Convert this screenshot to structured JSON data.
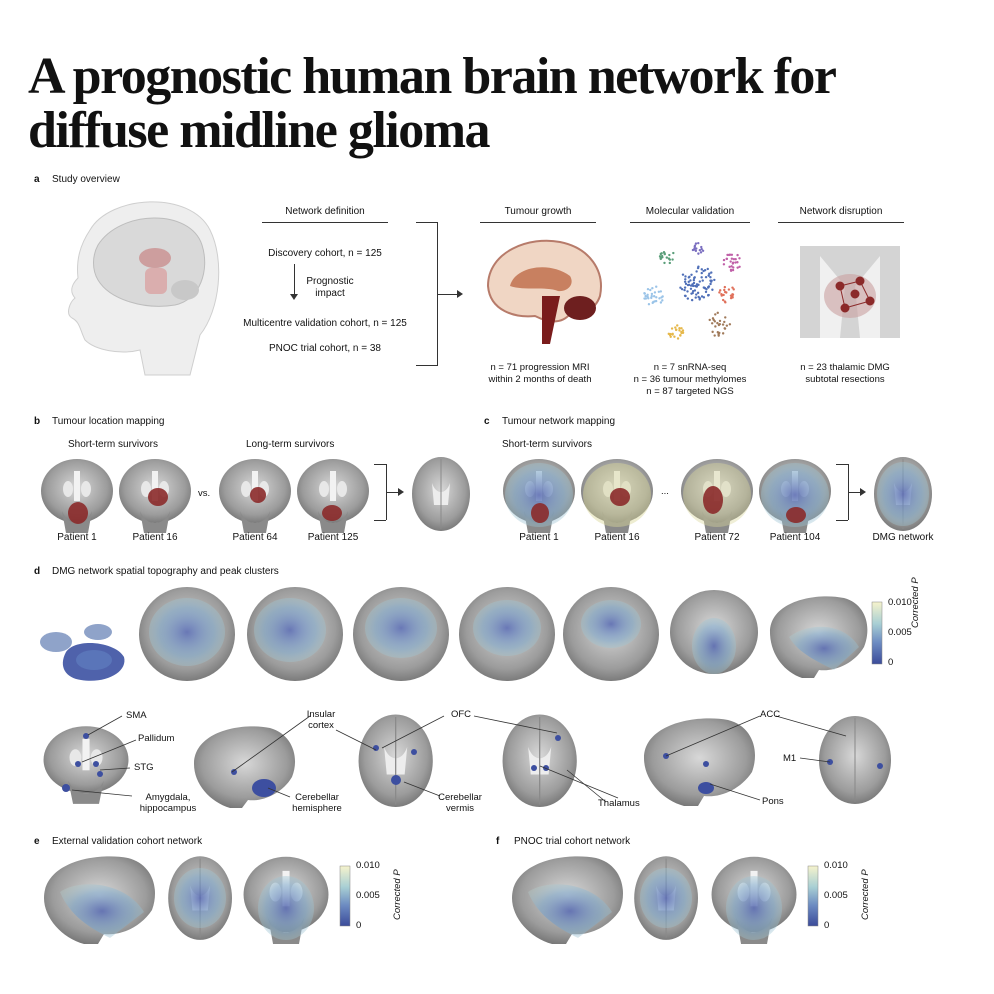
{
  "title": "A prognostic human brain network for diffuse midline glioma",
  "panel_a": {
    "label": "a",
    "title": "Study overview",
    "network_definition": "Network definition",
    "discovery": "Discovery cohort, n = 125",
    "prognostic_1": "Prognostic",
    "prognostic_2": "impact",
    "multicentre": "Multicentre validation cohort, n = 125",
    "pnoc": "PNOC trial cohort, n = 38",
    "tumour_growth": "Tumour growth",
    "molecular_validation": "Molecular validation",
    "network_disruption": "Network disruption",
    "growth_cap_1": "n = 71 progression MRI",
    "growth_cap_2": "within 2 months of death",
    "mol_cap_1": "n = 7 snRNA-seq",
    "mol_cap_2": "n = 36 tumour methylomes",
    "mol_cap_3": "n = 87 targeted NGS",
    "disr_cap_1": "n = 23 thalamic DMG",
    "disr_cap_2": "subtotal resections"
  },
  "panel_b": {
    "label": "b",
    "title": "Tumour location mapping",
    "short": "Short-term survivors",
    "long": "Long-term survivors",
    "vs": "vs.",
    "patients": [
      "Patient 1",
      "Patient 16",
      "Patient 64",
      "Patient 125"
    ]
  },
  "panel_c": {
    "label": "c",
    "title": "Tumour network mapping",
    "short": "Short-term survivors",
    "ellipsis": "...",
    "patients": [
      "Patient 1",
      "Patient 16",
      "Patient 72",
      "Patient 104"
    ],
    "network": "DMG network"
  },
  "panel_d": {
    "label": "d",
    "title": "DMG network spatial topography and peak clusters",
    "colorbar": {
      "ticks": [
        "0.010",
        "0.005",
        "0"
      ],
      "label": "Corrected P"
    },
    "regions": {
      "sma": "SMA",
      "pallidum": "Pallidum",
      "stg": "STG",
      "amygdala_1": "Amygdala,",
      "amygdala_2": "hippocampus",
      "insular_1": "Insular",
      "insular_2": "cortex",
      "cereb_hem_1": "Cerebellar",
      "cereb_hem_2": "hemisphere",
      "ofc": "OFC",
      "cereb_verm_1": "Cerebellar",
      "cereb_verm_2": "vermis",
      "thalamus": "Thalamus",
      "acc": "ACC",
      "pons": "Pons",
      "m1": "M1"
    }
  },
  "panel_e": {
    "label": "e",
    "title": "External validation cohort network",
    "colorbar": {
      "ticks": [
        "0.010",
        "0.005",
        "0"
      ],
      "label": "Corrected P"
    }
  },
  "panel_f": {
    "label": "f",
    "title": "PNOC trial cohort network",
    "colorbar": {
      "ticks": [
        "0.010",
        "0.005",
        "0"
      ],
      "label": "Corrected P"
    }
  },
  "colors": {
    "tumour": "#8b2a2a",
    "network_low": "#4a5fa8",
    "network_high": "#f4f2c8",
    "brain_gray": "#a9a9a9"
  }
}
